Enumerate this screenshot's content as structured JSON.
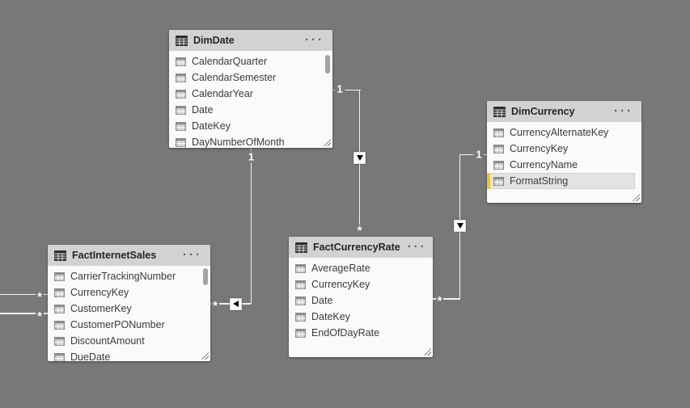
{
  "icons": {
    "more_options": "···"
  },
  "colors": {
    "canvas": "#777877",
    "table_header_bg": "#d2d2d2",
    "table_body_bg": "#fbfaf9",
    "selection_accent": "#F2C811",
    "selected_row_bg": "#e3e3e3",
    "connector_line": "#f1f1f0",
    "cardinality_text": "#ffffff",
    "arrow_box_bg": "#ffffff",
    "arrow_glyph": "#0b0b0b"
  },
  "tables": [
    {
      "title": "DimDate",
      "fields": [
        "CalendarQuarter",
        "CalendarSemester",
        "CalendarYear",
        "Date",
        "DateKey",
        "DayNumberOfMonth"
      ]
    },
    {
      "title": "DimCurrency",
      "fields": [
        "CurrencyAlternateKey",
        "CurrencyKey",
        "CurrencyName",
        "FormatString"
      ],
      "selected_field": "FormatString"
    },
    {
      "title": "FactInternetSales",
      "fields": [
        "CarrierTrackingNumber",
        "CurrencyKey",
        "CustomerKey",
        "CustomerPONumber",
        "DiscountAmount",
        "DueDate"
      ]
    },
    {
      "title": "FactCurrencyRate",
      "fields": [
        "AverageRate",
        "CurrencyKey",
        "Date",
        "DateKey",
        "EndOfDayRate"
      ]
    }
  ],
  "relationships": {
    "dimdate_factinternetsales": {
      "one": "1",
      "many": "*"
    },
    "dimdate_factcurrencyrate": {
      "one": "1",
      "many": "*"
    },
    "dimcurrency_factcurrencyrate": {
      "one": "1",
      "many": "*"
    },
    "offscreen_left_top": {
      "many": "*"
    },
    "offscreen_left_bottom": {
      "many": "*"
    }
  }
}
